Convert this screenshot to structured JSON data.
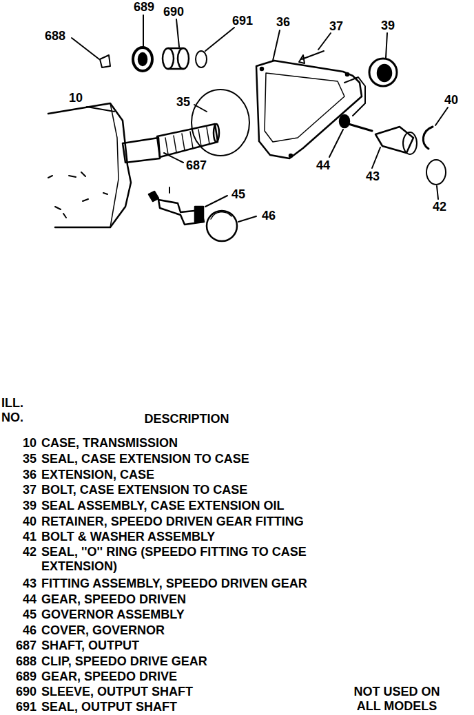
{
  "diagram": {
    "labels": [
      "689",
      "690",
      "691",
      "36",
      "37",
      "39",
      "688",
      "10",
      "35",
      "40",
      "687",
      "44",
      "43",
      "42",
      "45",
      "46",
      "ILL. NO.",
      "DESCRIPTION",
      "10",
      "CASE, TRANSMISSION",
      "35",
      "SEAL, CASE EXTENSION TO CASE",
      "36",
      "EXTENSION, CASE",
      "37",
      "BOLT, CASE EXTENSION TO CASE",
      "39",
      "SEAL ASSEMBLY, CASE EXTENSION OIL",
      "40",
      "RETAINER, SPEEDO DRIVEN GEAR FITTING",
      "41",
      "BOLT & WASHER ASSEMBLY",
      "42",
      "SEAL, ''O'' RING (SPEEDO FITTING TO CASE EXTENSION)",
      "43",
      "FITTING ASSEMBLY, SPEEDO DRIVEN GEAR",
      "44",
      "GEAR, SPEEDO DRIVEN",
      "45",
      "GOVERNOR ASSEMBLY",
      "46",
      "COVER, GOVERNOR",
      "687",
      "SHAFT, OUTPUT",
      "688",
      "CLIP, SPEEDO DRIVE GEAR",
      "689",
      "GEAR, SPEEDO DRIVE",
      "690",
      "SLEEVE, OUTPUT SHAFT",
      "691",
      "SEAL, OUTPUT SHAFT",
      "NOT USED ON ALL MODELS"
    ]
  }
}
